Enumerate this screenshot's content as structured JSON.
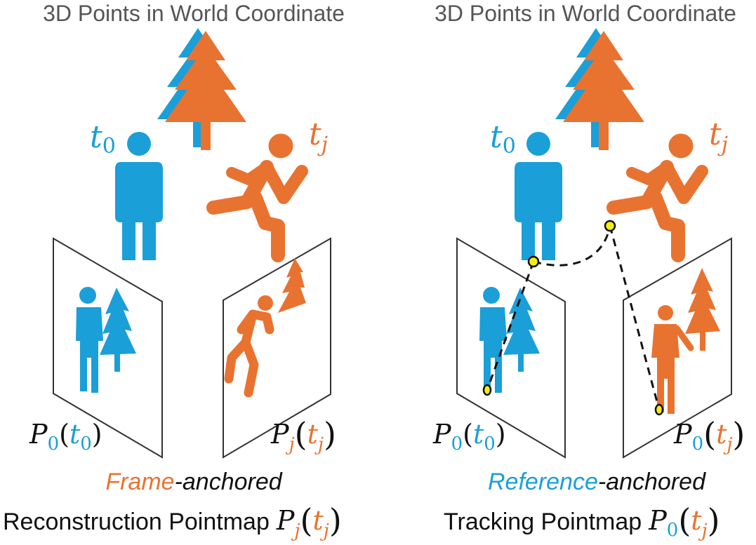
{
  "colors": {
    "blue": "#1a9fd8",
    "orange": "#e87331",
    "text": "#111111",
    "title": "#555555",
    "point": "#f4ef10"
  },
  "icons": [
    "tree-icon",
    "standing-person-icon",
    "running-person-icon",
    "camera-frame-icon",
    "track-point-icon"
  ],
  "left": {
    "title": "3D Points in World Coordinate",
    "t0": {
      "base": "t",
      "sub": "0"
    },
    "tj": {
      "base": "t",
      "sub": "j"
    },
    "frame0_label": {
      "P": "P",
      "P_sub": "0",
      "lp": "(",
      "t": "t",
      "t_sub": "0",
      "rp": ")"
    },
    "framej_label": {
      "P": "P",
      "P_sub": "j",
      "lp": "(",
      "t": "t",
      "t_sub": "j",
      "rp": ")"
    },
    "caption_line1": {
      "highlight": "Frame",
      "rest": "-anchored"
    },
    "caption_line2": {
      "text": "Reconstruction Pointmap",
      "P": "P",
      "P_sub": "j",
      "lp": "(",
      "t": "t",
      "t_sub": "j",
      "rp": ")"
    }
  },
  "right": {
    "title": "3D Points in World Coordinate",
    "t0": {
      "base": "t",
      "sub": "0"
    },
    "tj": {
      "base": "t",
      "sub": "j"
    },
    "frame0_label": {
      "P": "P",
      "P_sub": "0",
      "lp": "(",
      "t": "t",
      "t_sub": "0",
      "rp": ")"
    },
    "framej_label": {
      "P": "P",
      "P_sub": "0",
      "lp": "(",
      "t": "t",
      "t_sub": "j",
      "rp": ")"
    },
    "caption_line1": {
      "highlight": "Reference",
      "rest": "-anchored"
    },
    "caption_line2": {
      "text": "Tracking Pointmap",
      "P": "P",
      "P_sub": "0",
      "lp": "(",
      "t": "t",
      "t_sub": "j",
      "rp": ")"
    }
  }
}
